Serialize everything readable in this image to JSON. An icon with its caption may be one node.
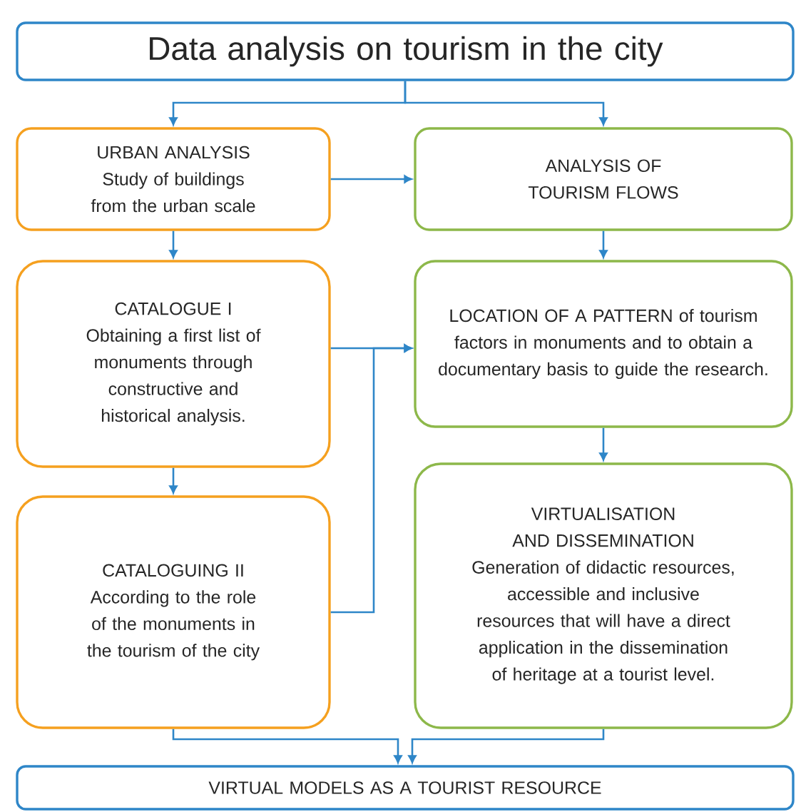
{
  "diagram": {
    "nodes": [
      {
        "text": [
          "Data analysis on tourism in the city"
        ]
      },
      {
        "text": [
          "URBAN ANALYSIS",
          "Study of buildings from the urban scale"
        ]
      },
      {
        "text": [
          "ANALYSIS OF TOURISM FLOWS"
        ]
      },
      {
        "text": [
          "CATALOGUE I",
          "Obtaining a first list of monuments through constructive and historical analysis."
        ]
      },
      {
        "text": [
          "LOCATION OF A PATTERN of tourism factors in monuments and to obtain a documentary basis to guide the research."
        ]
      },
      {
        "text": [
          "CATALOGUING II",
          "According to the role of the monuments in the tourism of the city"
        ]
      },
      {
        "text": [
          "VIRTUALISATION AND DISSEMINATION",
          "Generation of didactic resources, accessible and inclusive resources that will have a direct application in the dissemination of heritage at a tourist level."
        ]
      },
      {
        "text": [
          "VIRTUAL MODELS AS A TOURIST RESOURCE"
        ]
      }
    ],
    "edges": [
      {
        "from": 0,
        "to": 1,
        "arrow": "to"
      },
      {
        "from": 0,
        "to": 2,
        "arrow": "to"
      },
      {
        "from": 1,
        "to": 2,
        "arrow": "to"
      },
      {
        "from": 1,
        "to": 3,
        "arrow": "to"
      },
      {
        "from": 2,
        "to": 4,
        "arrow": "to"
      },
      {
        "from": 3,
        "to": 4,
        "arrow": "to"
      },
      {
        "from": 5,
        "to": 4,
        "arrow": "to"
      },
      {
        "from": 4,
        "to": 6,
        "arrow": "to"
      },
      {
        "from": 3,
        "to": 5,
        "arrow": "to"
      },
      {
        "from": 5,
        "to": 7,
        "arrow": "to"
      },
      {
        "from": 6,
        "to": 7,
        "arrow": "to"
      }
    ]
  }
}
